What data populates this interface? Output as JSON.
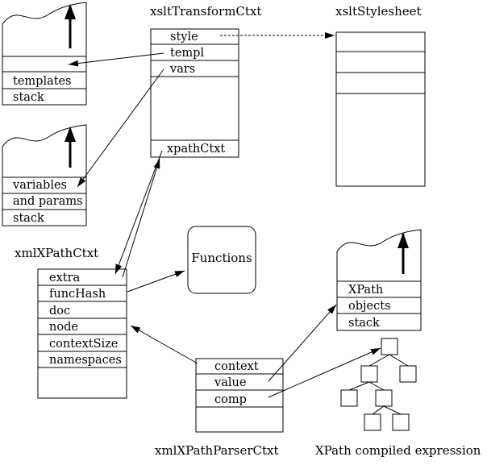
{
  "structures": {
    "transform_ctxt": {
      "title": "xsltTransformCtxt",
      "fields": [
        "style",
        "templ",
        "vars",
        "xpathCtxt"
      ]
    },
    "stylesheet": {
      "title": "xsltStylesheet"
    },
    "templates_stack": {
      "fields": [
        "templates",
        "stack"
      ]
    },
    "vars_stack": {
      "fields": [
        "variables",
        "and params",
        "stack"
      ]
    },
    "xpath_ctxt": {
      "title": "xmlXPathCtxt",
      "fields": [
        "extra",
        "funcHash",
        "doc",
        "node",
        "contextSize",
        "namespaces"
      ]
    },
    "functions": {
      "label": "Functions"
    },
    "xpath_objects": {
      "fields": [
        "XPath",
        "objects",
        "stack"
      ]
    },
    "parser_ctxt": {
      "title": "xmlXPathParserCtxt",
      "fields": [
        "context",
        "value",
        "comp"
      ]
    },
    "compiled_expr": {
      "caption": "XPath compiled expression"
    }
  },
  "colors": {
    "stroke": "#000000",
    "background": "#ffffff"
  }
}
